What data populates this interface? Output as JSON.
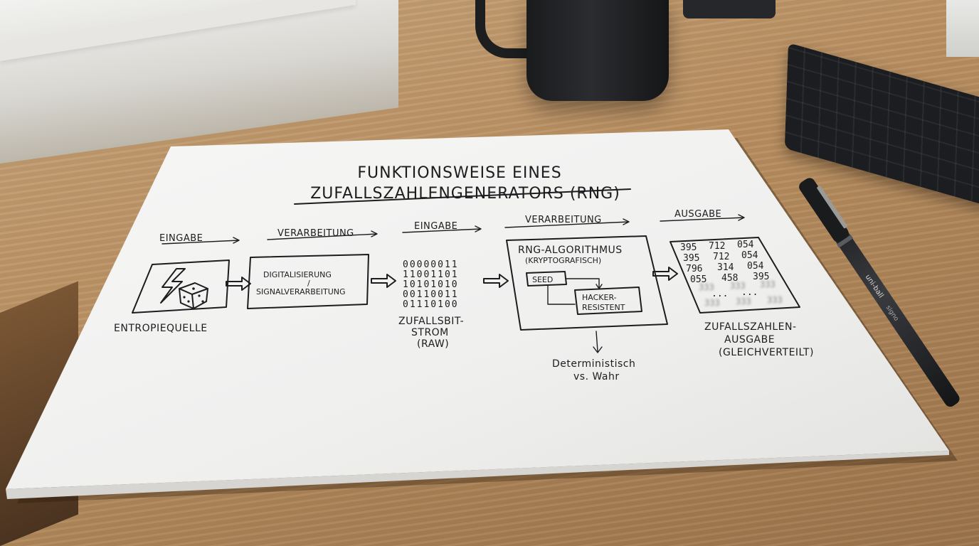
{
  "title": {
    "line1": "FUNKTIONSWEISE EINES",
    "line2": "ZUFALLSZAHLENGENERATORS (RNG)"
  },
  "stages": {
    "eingabe1": "EINGABE",
    "verarbeitung1": "VERARBEITUNG",
    "eingabe2": "EINGABE",
    "verarbeitung2": "VERARBEITUNG",
    "ausgabe": "AUSGABE"
  },
  "blocks": {
    "entropy": {
      "label": "ENTROPIEQUELLE",
      "icons": [
        "lightning-bolt-icon",
        "dice-icon"
      ]
    },
    "digitization": {
      "line1": "DIGITALISIERUNG",
      "line2": "/",
      "line3": "SIGNALVERARBEITUNG"
    },
    "bitstream": {
      "rows": [
        "00000011",
        "11001101",
        "10101010",
        "00110011",
        "01110100"
      ],
      "label1": "ZUFALLSBIT-",
      "label2": "STROM",
      "label3": "(RAW)"
    },
    "algorithm": {
      "title": "RNG-ALGORITHMUS",
      "subtitle": "(KRYPTOGRAFISCH)",
      "seed": "SEED",
      "hacker1": "HACKER-",
      "hacker2": "RESISTENT",
      "note1": "Deterministisch",
      "note2": "vs. Wahr"
    },
    "output": {
      "rows": [
        [
          "395",
          "712",
          "054"
        ],
        [
          "395",
          "712",
          "054"
        ],
        [
          "796",
          "314",
          "054"
        ],
        [
          "055",
          "458",
          "395"
        ]
      ],
      "ellipsis": "...",
      "label1": "ZUFALLSZAHLEN-",
      "label2": "AUSGABE",
      "label3": "(GLEICHVERTEILT)"
    }
  },
  "pen": {
    "brand": "uni-ball",
    "model": "signo"
  },
  "colors": {
    "paper": "#f4f4f3",
    "ink": "#1d1d1f",
    "wood": "#b88e60",
    "pen": "#2a2b2e"
  }
}
